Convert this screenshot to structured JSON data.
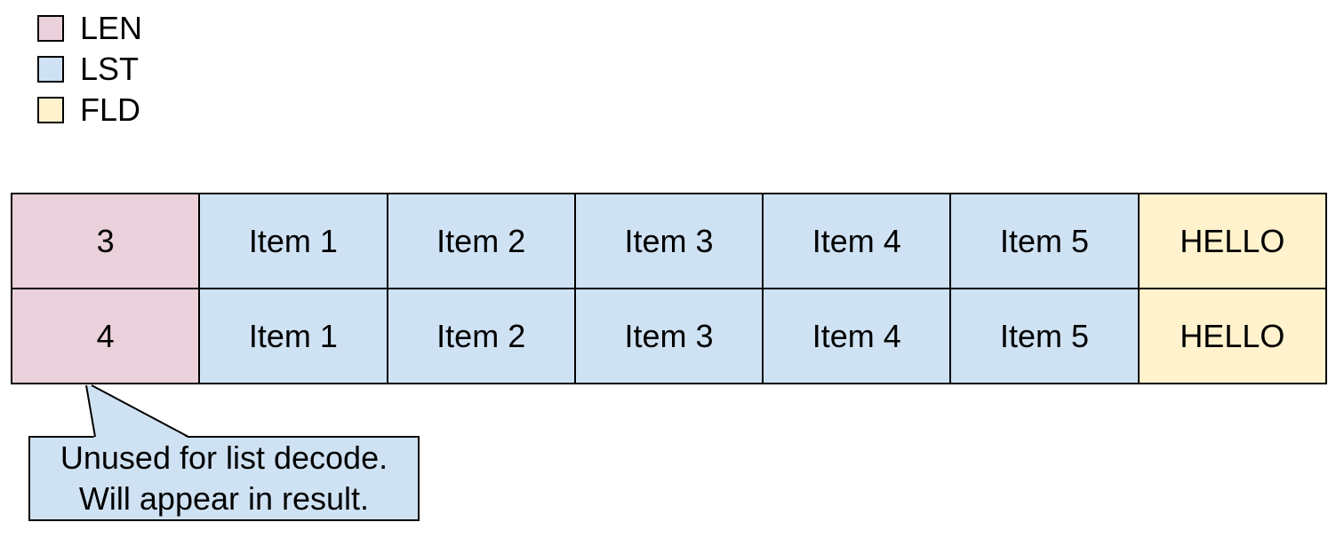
{
  "colors": {
    "len": "#ead1dc",
    "lst": "#cfe2f3",
    "fld": "#fff2cc",
    "callout": "#cfe2f3",
    "border": "#000000",
    "background": "#ffffff",
    "text": "#000000"
  },
  "legend": {
    "items": [
      {
        "id": "len",
        "label": "LEN"
      },
      {
        "id": "lst",
        "label": "LST"
      },
      {
        "id": "fld",
        "label": "FLD"
      }
    ]
  },
  "table": {
    "rows": [
      {
        "cells": [
          {
            "v": "3",
            "t": "len"
          },
          {
            "v": "Item 1",
            "t": "lst"
          },
          {
            "v": "Item 2",
            "t": "lst"
          },
          {
            "v": "Item 3",
            "t": "lst"
          },
          {
            "v": "Item 4",
            "t": "lst"
          },
          {
            "v": "Item 5",
            "t": "lst"
          },
          {
            "v": "HELLO",
            "t": "fld"
          }
        ]
      },
      {
        "cells": [
          {
            "v": "4",
            "t": "len"
          },
          {
            "v": "Item 1",
            "t": "lst"
          },
          {
            "v": "Item 2",
            "t": "lst"
          },
          {
            "v": "Item 3",
            "t": "lst"
          },
          {
            "v": "Item 4",
            "t": "lst"
          },
          {
            "v": "Item 5",
            "t": "lst"
          },
          {
            "v": "HELLO",
            "t": "fld"
          }
        ]
      }
    ]
  },
  "callout": {
    "line1": "Unused for list decode.",
    "line2": "Will appear in result."
  }
}
